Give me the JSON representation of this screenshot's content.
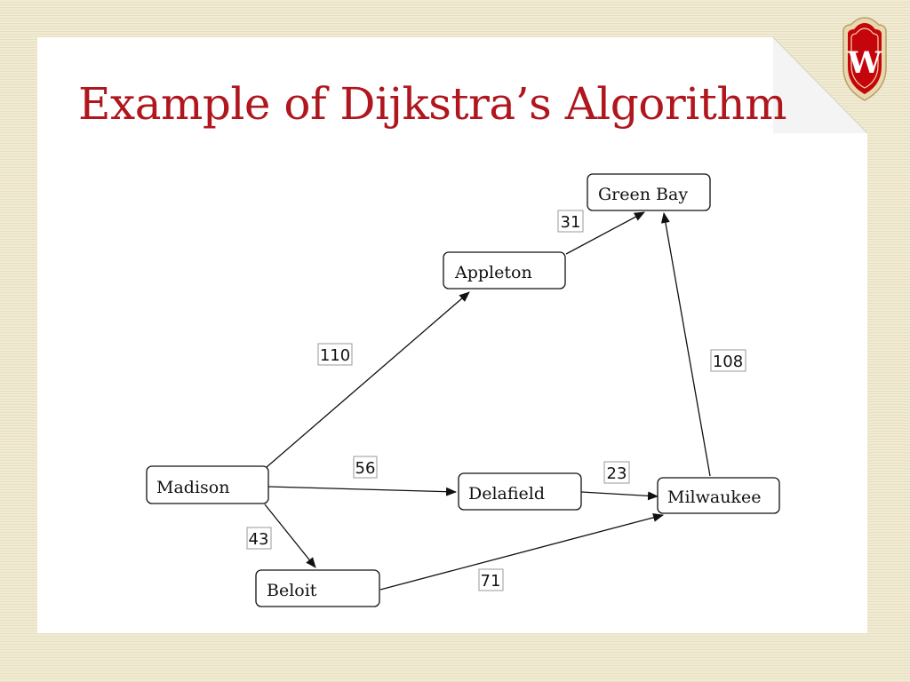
{
  "slide": {
    "title": "Example of Dijkstra’s Algorithm"
  },
  "logo": {
    "icon": "university-w-crest-icon",
    "letter": "W",
    "colors": {
      "shield": "#c5050c",
      "frame": "#e8d8ae",
      "letter": "#ffffff"
    }
  },
  "graph": {
    "nodes": {
      "green_bay": "Green Bay",
      "appleton": "Appleton",
      "madison": "Madison",
      "delafield": "Delafield",
      "milwaukee": "Milwaukee",
      "beloit": "Beloit"
    },
    "edges": [
      {
        "from": "Madison",
        "to": "Appleton",
        "weight": "110"
      },
      {
        "from": "Appleton",
        "to": "Green Bay",
        "weight": "31"
      },
      {
        "from": "Madison",
        "to": "Delafield",
        "weight": "56"
      },
      {
        "from": "Delafield",
        "to": "Milwaukee",
        "weight": "23"
      },
      {
        "from": "Milwaukee",
        "to": "Green Bay",
        "weight": "108"
      },
      {
        "from": "Madison",
        "to": "Beloit",
        "weight": "43"
      },
      {
        "from": "Beloit",
        "to": "Milwaukee",
        "weight": "71"
      }
    ]
  }
}
